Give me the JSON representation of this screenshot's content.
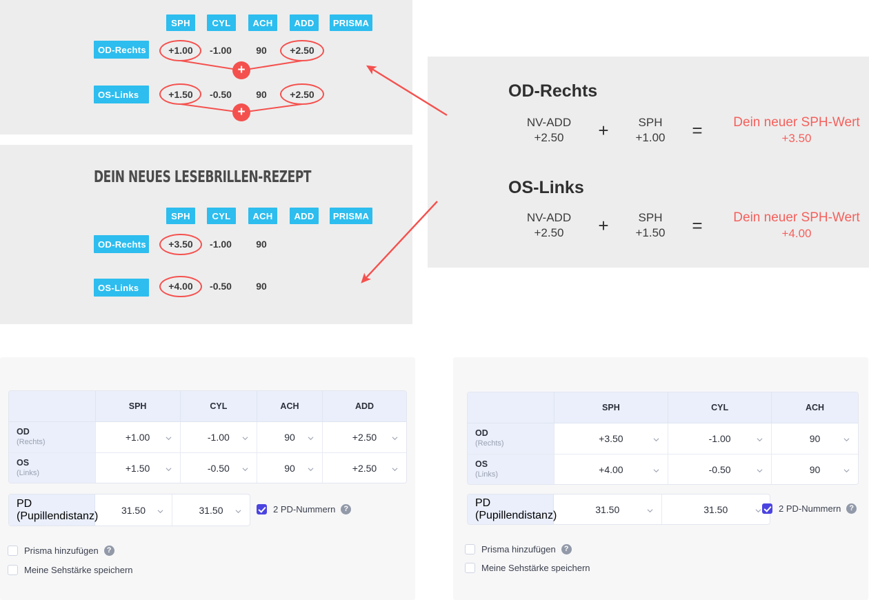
{
  "colors": {
    "chip_blue": "#2dbdee",
    "accent_red": "#f4514e",
    "result_red": "#f4605c",
    "panel_grey": "#ededed",
    "form_bg": "#f7f7f8",
    "table_header": "#eaeffb",
    "checkbox_on": "#4b44e0"
  },
  "columns": [
    "SPH",
    "CYL",
    "ACH",
    "ADD",
    "PRISMA"
  ],
  "old_rx": {
    "headers": [
      "SPH",
      "CYL",
      "ACH",
      "ADD",
      "PRISMA"
    ],
    "rows": [
      {
        "eye": "OD-Rechts",
        "sph": "+1.00",
        "cyl": "-1.00",
        "ach": "90",
        "add": "+2.50",
        "prisma": ""
      },
      {
        "eye": "OS-Links",
        "sph": "+1.50",
        "cyl": "-0.50",
        "ach": "90",
        "add": "+2.50",
        "prisma": ""
      }
    ]
  },
  "new_rx": {
    "title": "DEIN NEUES LESEBRILLEN-REZEPT",
    "headers": [
      "SPH",
      "CYL",
      "ACH",
      "ADD",
      "PRISMA"
    ],
    "rows": [
      {
        "eye": "OD-Rechts",
        "sph": "+3.50",
        "cyl": "-1.00",
        "ach": "90",
        "add": "",
        "prisma": ""
      },
      {
        "eye": "OS-Links",
        "sph": "+4.00",
        "cyl": "-0.50",
        "ach": "90",
        "add": "",
        "prisma": ""
      }
    ]
  },
  "formula": {
    "blocks": [
      {
        "eye": "OD-Rechts",
        "term1_label": "NV-ADD",
        "term1_value": "+2.50",
        "operator": "+",
        "term2_label": "SPH",
        "term2_value": "+1.00",
        "equals": "=",
        "result_label": "Dein neuer SPH-Wert",
        "result_value": "+3.50"
      },
      {
        "eye": "OS-Links",
        "term1_label": "NV-ADD",
        "term1_value": "+2.50",
        "operator": "+",
        "term2_label": "SPH",
        "term2_value": "+1.50",
        "equals": "=",
        "result_label": "Dein neuer SPH-Wert",
        "result_value": "+4.00"
      }
    ]
  },
  "form_left": {
    "table": {
      "headers": [
        "",
        "SPH",
        "CYL",
        "ACH",
        "ADD"
      ],
      "rows": [
        {
          "label": "OD",
          "sub": "(Rechts)",
          "values": [
            "+1.00",
            "-1.00",
            "90",
            "+2.50"
          ]
        },
        {
          "label": "OS",
          "sub": "(Links)",
          "values": [
            "+1.50",
            "-0.50",
            "90",
            "+2.50"
          ]
        }
      ]
    },
    "pd": {
      "label": "PD",
      "sub": "(Pupillendistanz)",
      "values": [
        "31.50",
        "31.50"
      ],
      "checkbox_label": "2 PD-Nummern",
      "checkbox_checked": true,
      "help": "?"
    },
    "options": [
      {
        "label": "Prisma hinzufügen",
        "checked": false,
        "help": "?"
      },
      {
        "label": "Meine Sehstärke speichern",
        "checked": false,
        "help": ""
      }
    ]
  },
  "form_right": {
    "table": {
      "headers": [
        "",
        "SPH",
        "CYL",
        "ACH"
      ],
      "rows": [
        {
          "label": "OD",
          "sub": "(Rechts)",
          "values": [
            "+3.50",
            "-1.00",
            "90"
          ]
        },
        {
          "label": "OS",
          "sub": "(Links)",
          "values": [
            "+4.00",
            "-0.50",
            "90"
          ]
        }
      ]
    },
    "pd": {
      "label": "PD",
      "sub": "(Pupillendistanz)",
      "values": [
        "31.50",
        "31.50"
      ],
      "checkbox_label": "2 PD-Nummern",
      "checkbox_checked": true,
      "help": "?"
    },
    "options": [
      {
        "label": "Prisma hinzufügen",
        "checked": false,
        "help": "?"
      },
      {
        "label": "Meine Sehstärke speichern",
        "checked": false,
        "help": ""
      }
    ]
  },
  "annotations": {
    "plus_glyph": "+",
    "arrow_1": "arrow pointing up-left from formula panel to old prescription",
    "arrow_2": "arrow pointing down-left from formula panel to new prescription"
  }
}
